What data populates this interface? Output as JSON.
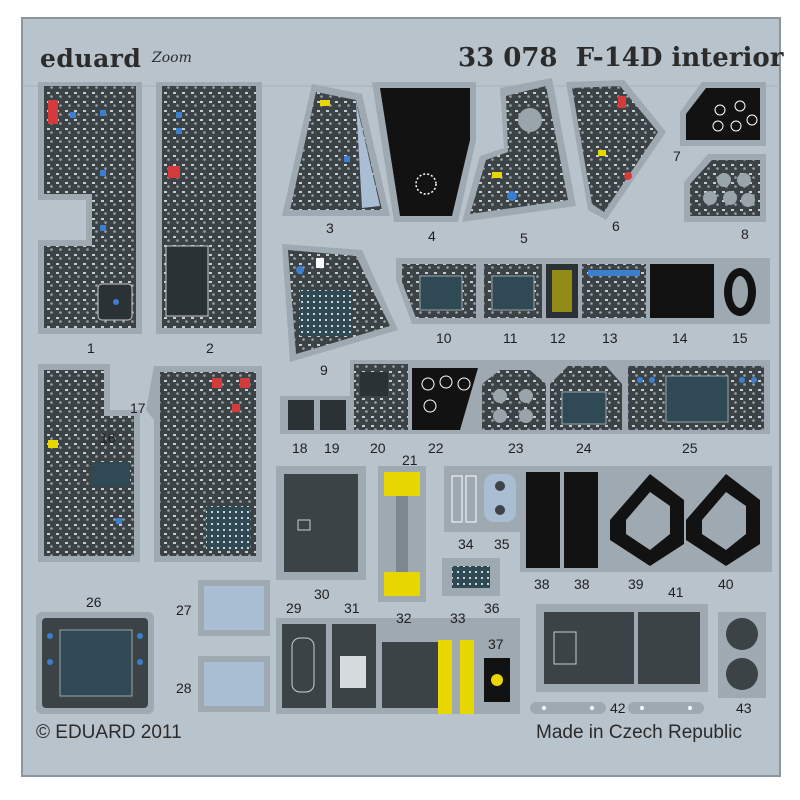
{
  "header": {
    "brand": "eduard",
    "series_mark": "Zoom",
    "set_code": "33 078",
    "set_title": "F-14D interior"
  },
  "footer": {
    "copyright": "© EDUARD 2011",
    "origin": "Made in Czech Republic"
  },
  "part_numbers": [
    "1",
    "2",
    "3",
    "4",
    "5",
    "6",
    "7",
    "8",
    "9",
    "10",
    "11",
    "12",
    "13",
    "14",
    "15",
    "16",
    "17",
    "18",
    "19",
    "20",
    "21",
    "22",
    "23",
    "24",
    "25",
    "26",
    "27",
    "28",
    "29",
    "30",
    "31",
    "32",
    "33",
    "34",
    "35",
    "36",
    "37",
    "38",
    "38",
    "39",
    "40",
    "41",
    "42",
    "43"
  ],
  "colors": {
    "fret": "#b9c3cc",
    "panel": "#3c4346",
    "screen": "#2f4a55",
    "black": "#121212",
    "accent_red": "#d43b3b",
    "accent_blue": "#3c7fcf",
    "accent_yellow": "#e7d600",
    "cushion_blue": "#a9bdd3"
  }
}
